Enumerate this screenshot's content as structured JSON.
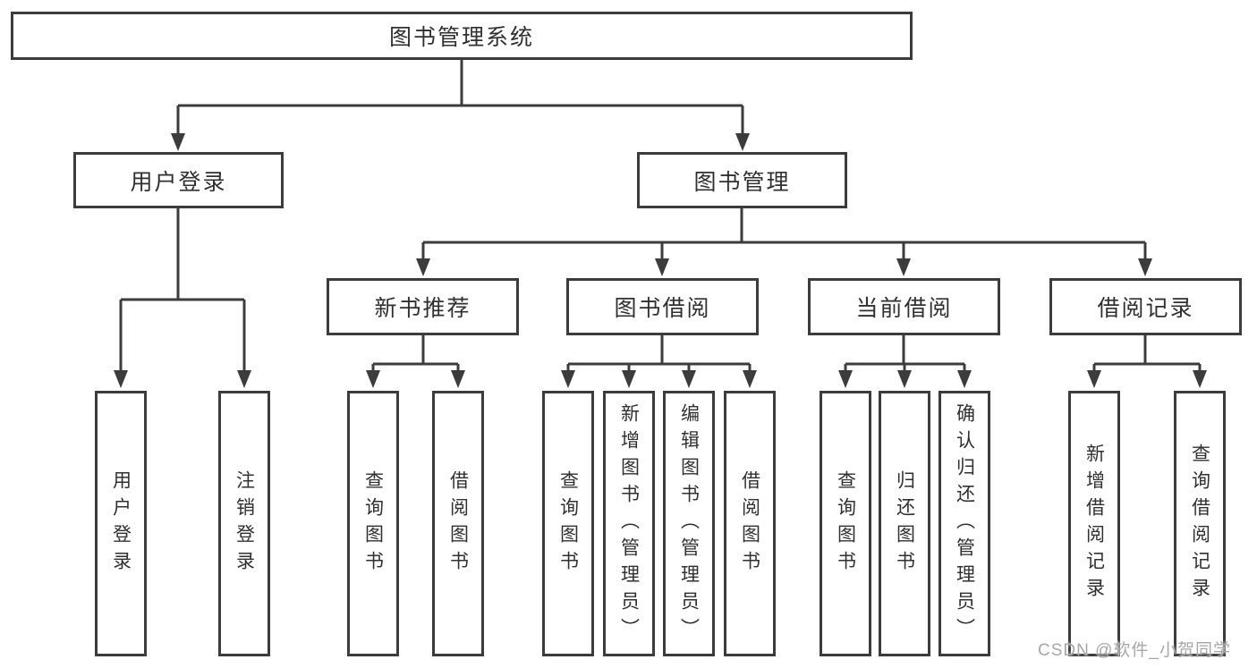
{
  "diagram": {
    "title": "图书管理系统",
    "branches": [
      {
        "label": "用户登录",
        "children": [
          {
            "label": "用户登录"
          },
          {
            "label": "注销登录"
          }
        ]
      },
      {
        "label": "图书管理",
        "children": [
          {
            "label": "新书推荐",
            "children": [
              {
                "label": "查询图书"
              },
              {
                "label": "借阅图书"
              }
            ]
          },
          {
            "label": "图书借阅",
            "children": [
              {
                "label": "查询图书"
              },
              {
                "label": "新增图书（管理员）"
              },
              {
                "label": "编辑图书（管理员）"
              },
              {
                "label": "借阅图书"
              }
            ]
          },
          {
            "label": "当前借阅",
            "children": [
              {
                "label": "查询图书"
              },
              {
                "label": "归还图书"
              },
              {
                "label": "确认归还（管理员）"
              }
            ]
          },
          {
            "label": "借阅记录",
            "children": [
              {
                "label": "新增借阅记录"
              },
              {
                "label": "查询借阅记录"
              }
            ]
          }
        ]
      }
    ]
  },
  "watermark": "CSDN @软件_小贺同学",
  "colors": {
    "line": "#3c3c3c",
    "box_border": "#3c3c3c",
    "text": "#303030",
    "watermark": "#a8a8a8",
    "background": "#ffffff"
  }
}
